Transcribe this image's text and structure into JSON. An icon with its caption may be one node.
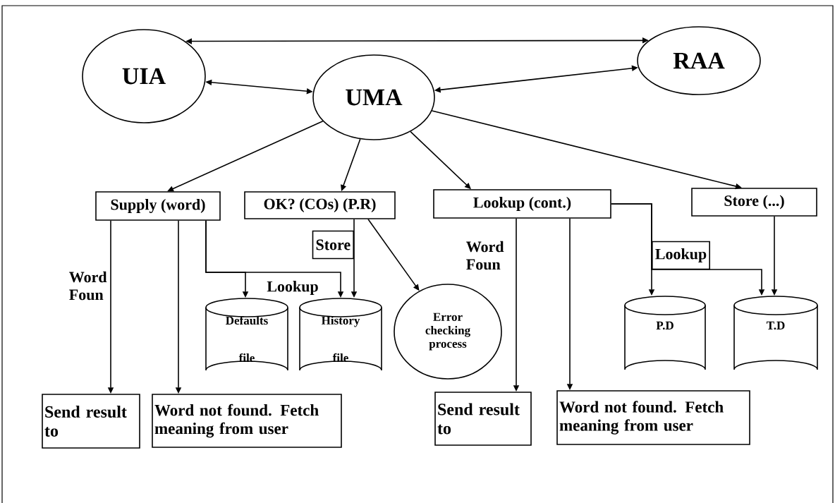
{
  "diagram": {
    "nodes": [
      {
        "text": [
          "UIA"
        ]
      },
      {
        "text": [
          "UMA"
        ]
      },
      {
        "text": [
          "RAA"
        ]
      },
      {
        "text": [
          "Supply (word)"
        ]
      },
      {
        "text": [
          "OK? (COs) (P.R)"
        ]
      },
      {
        "text": [
          "Lookup (cont.)"
        ]
      },
      {
        "text": [
          "Store (...)"
        ]
      },
      {
        "text": [
          "Defaults file"
        ]
      },
      {
        "text": [
          "History file"
        ]
      },
      {
        "text": [
          "Error checking process"
        ]
      },
      {
        "text": [
          "P.D"
        ]
      },
      {
        "text": [
          "T.D"
        ]
      },
      {
        "text": [
          "Send result to"
        ]
      },
      {
        "text": [
          "Word not found. Fetch meaning from user"
        ]
      },
      {
        "text": [
          "Send result to"
        ]
      },
      {
        "text": [
          "Word not found. Fetch meaning from user"
        ]
      }
    ],
    "edges": [
      {
        "from": 0,
        "to": 2,
        "arrow": "both"
      },
      {
        "from": 0,
        "to": 1,
        "arrow": "both"
      },
      {
        "from": 1,
        "to": 2,
        "arrow": "both"
      },
      {
        "from": 1,
        "to": 3,
        "arrow": "to"
      },
      {
        "from": 1,
        "to": 4,
        "arrow": "to"
      },
      {
        "from": 1,
        "to": 5,
        "arrow": "to"
      },
      {
        "from": 1,
        "to": 6,
        "arrow": "to"
      },
      {
        "from": 3,
        "to": 12,
        "arrow": "to"
      },
      {
        "from": 3,
        "to": 13,
        "arrow": "to"
      },
      {
        "from": 3,
        "to": 7,
        "arrow": "to",
        "label": "Lookup"
      },
      {
        "from": 3,
        "to": 8,
        "arrow": "to"
      },
      {
        "from": 4,
        "to": 8,
        "arrow": "to",
        "label": "Store"
      },
      {
        "from": 4,
        "to": 9,
        "arrow": "to"
      },
      {
        "from": 5,
        "to": 14,
        "arrow": "to"
      },
      {
        "from": 5,
        "to": 15,
        "arrow": "to"
      },
      {
        "from": 5,
        "to": 10,
        "arrow": "to",
        "label": "Lookup"
      },
      {
        "from": 5,
        "to": 11,
        "arrow": "to"
      },
      {
        "from": 6,
        "to": 11,
        "arrow": "to"
      }
    ],
    "labels": [
      "Word Foun",
      "Word Foun"
    ]
  }
}
